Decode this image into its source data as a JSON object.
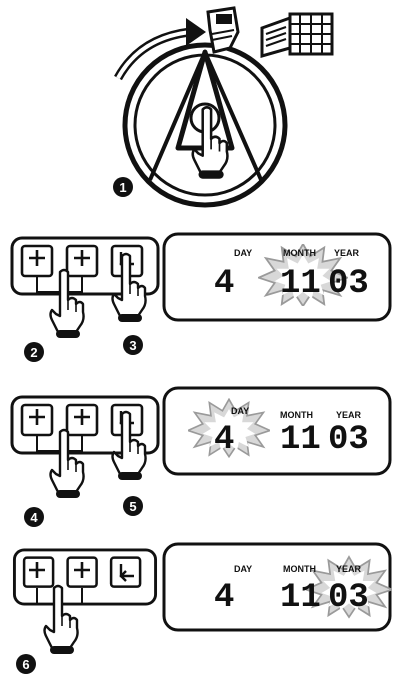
{
  "steps": {
    "s1": "1",
    "s2": "2",
    "s3": "3",
    "s4": "4",
    "s5": "5",
    "s6": "6"
  },
  "display": {
    "day_label": "DAY",
    "month_label": "MONTH",
    "year_label": "YEAR",
    "day_value": "4",
    "month_value": "11",
    "year_value": "03"
  },
  "icons": {
    "dial": "rotary-dial-icon",
    "calendar": "calendar-icon",
    "plus": "plus-button-icon",
    "minus": "minus-button-icon",
    "enter": "enter-button-icon",
    "hand": "pointing-hand-icon",
    "flash": "blinking-star-icon"
  }
}
